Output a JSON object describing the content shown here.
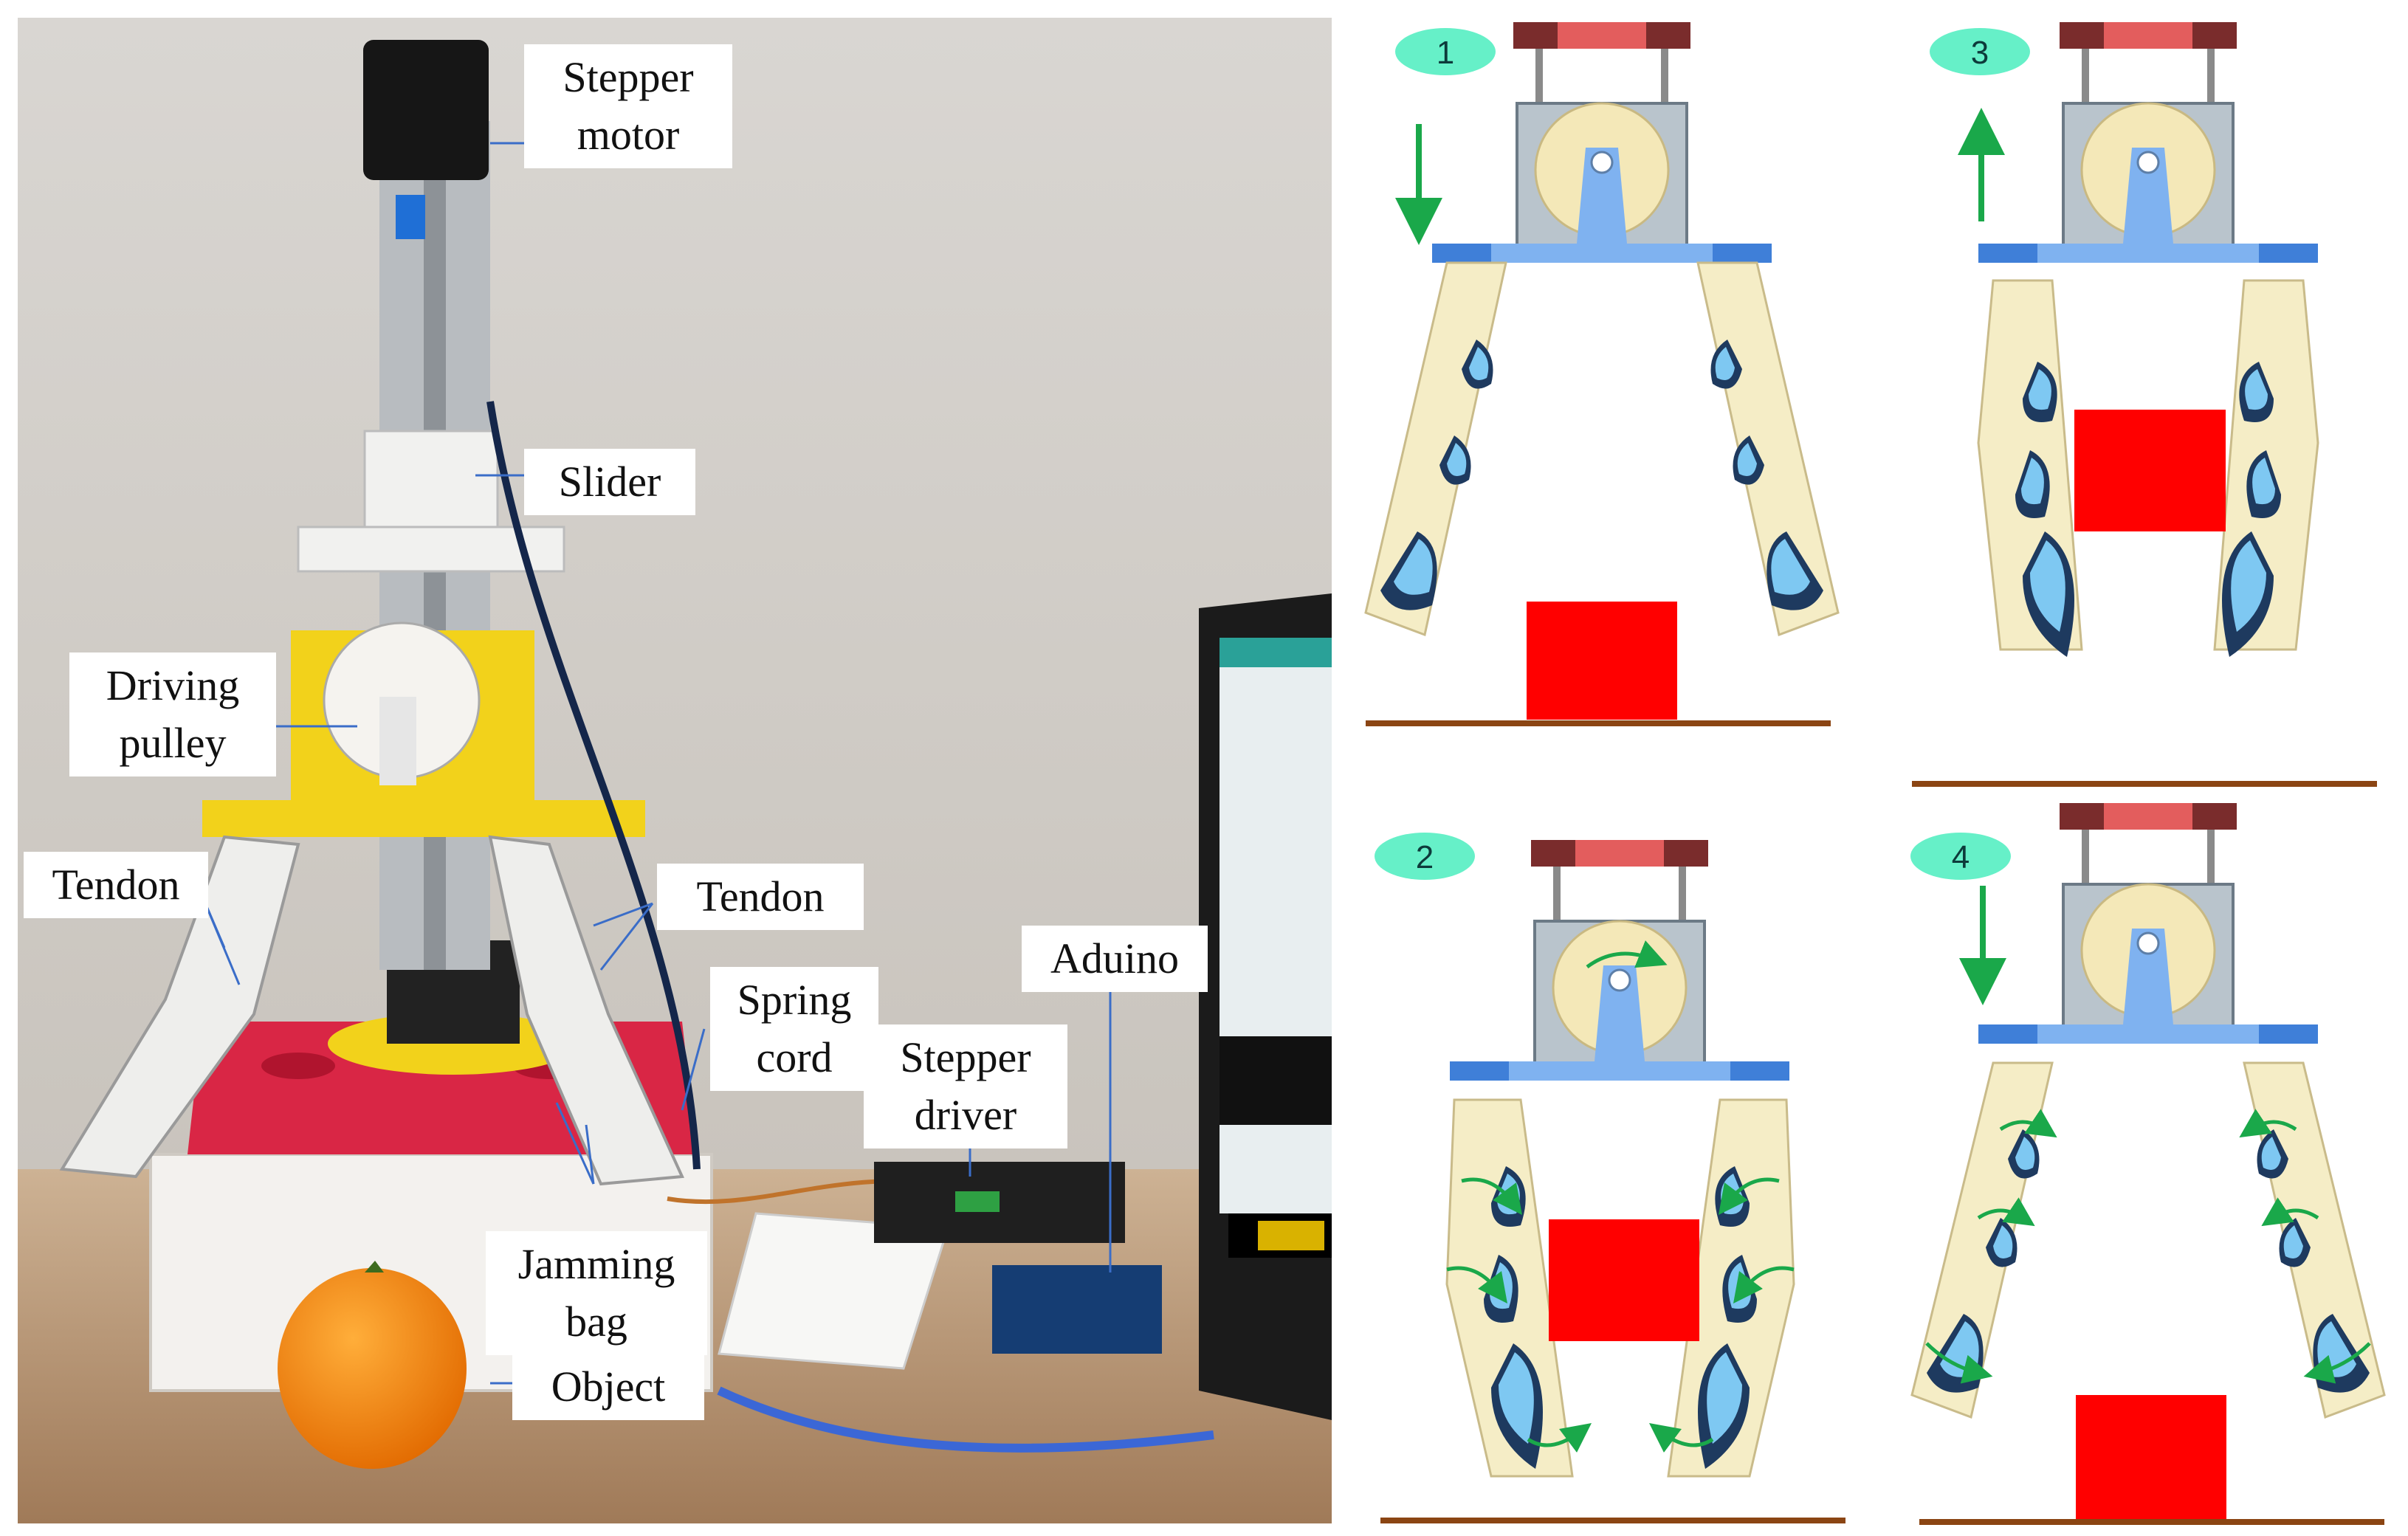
{
  "figure": {
    "photo": {
      "labels": [
        {
          "id": "stepper-motor",
          "lines": [
            "Stepper",
            "motor"
          ]
        },
        {
          "id": "slider",
          "lines": [
            "Slider"
          ]
        },
        {
          "id": "driving-pulley",
          "lines": [
            "Driving",
            "pulley"
          ]
        },
        {
          "id": "tendon-left",
          "lines": [
            "Tendon"
          ]
        },
        {
          "id": "tendon-right",
          "lines": [
            "Tendon"
          ]
        },
        {
          "id": "spring-cord",
          "lines": [
            "Spring",
            "cord"
          ]
        },
        {
          "id": "aduino",
          "lines": [
            "Aduino"
          ]
        },
        {
          "id": "stepper-driver",
          "lines": [
            "Stepper",
            "driver"
          ]
        },
        {
          "id": "jamming-bag",
          "lines": [
            "Jamming",
            "bag"
          ]
        },
        {
          "id": "object",
          "lines": [
            "Object"
          ]
        }
      ]
    },
    "steps": [
      {
        "number": "1",
        "arrow": "down"
      },
      {
        "number": "3",
        "arrow": "up"
      },
      {
        "number": "2",
        "arrow": "none"
      },
      {
        "number": "4",
        "arrow": "down"
      }
    ],
    "colors": {
      "object_red": "#ff0000",
      "arrow_green": "#1aa84a",
      "badge_mint": "#66f0c8",
      "ground_brown": "#8b4513",
      "pulley_cream": "#f4e8b8",
      "plate_blue": "#7fb2f0",
      "finger_cream": "#f5edc6",
      "pad_navy": "#1e3a5f",
      "pad_blue": "#7ec8f2",
      "frame_yellow": "#f2d21b"
    }
  }
}
